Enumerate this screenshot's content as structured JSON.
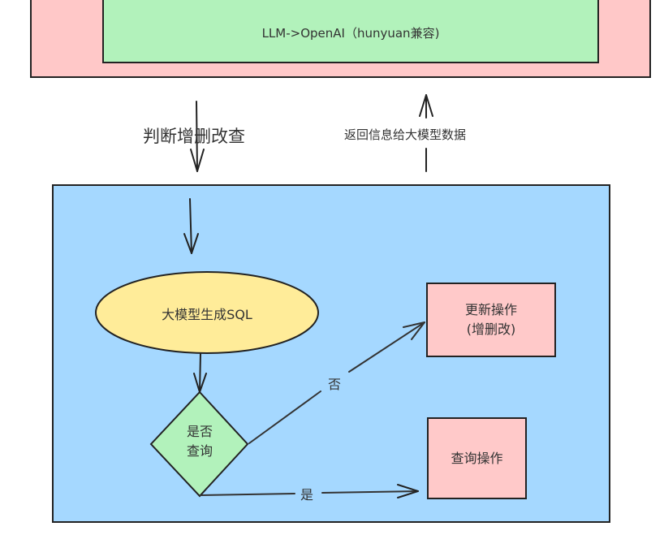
{
  "diagram": {
    "top_container": {
      "inner_label": "LLM->OpenAI（hunyuan兼容)",
      "colors": {
        "outer_fill": "#ffc8c8",
        "inner_fill": "#b2f2bb",
        "stroke": "#222222"
      }
    },
    "edges_between": {
      "down_label": "判断增删改查",
      "up_label": "返回信息给大模型数据"
    },
    "main_container": {
      "fill": "#a5d8ff",
      "nodes": {
        "generate_sql": {
          "label": "大模型生成SQL",
          "shape": "ellipse",
          "fill": "#ffec99"
        },
        "is_query": {
          "label_line1": "是否",
          "label_line2": "查询",
          "shape": "diamond",
          "fill": "#b2f2bb"
        },
        "update_op": {
          "label_line1": "更新操作",
          "label_line2": "(增删改)",
          "shape": "rectangle",
          "fill": "#ffc9c9"
        },
        "query_op": {
          "label": "查询操作",
          "shape": "rectangle",
          "fill": "#ffc9c9"
        }
      },
      "edges": {
        "no_label": "否",
        "yes_label": "是"
      }
    }
  }
}
